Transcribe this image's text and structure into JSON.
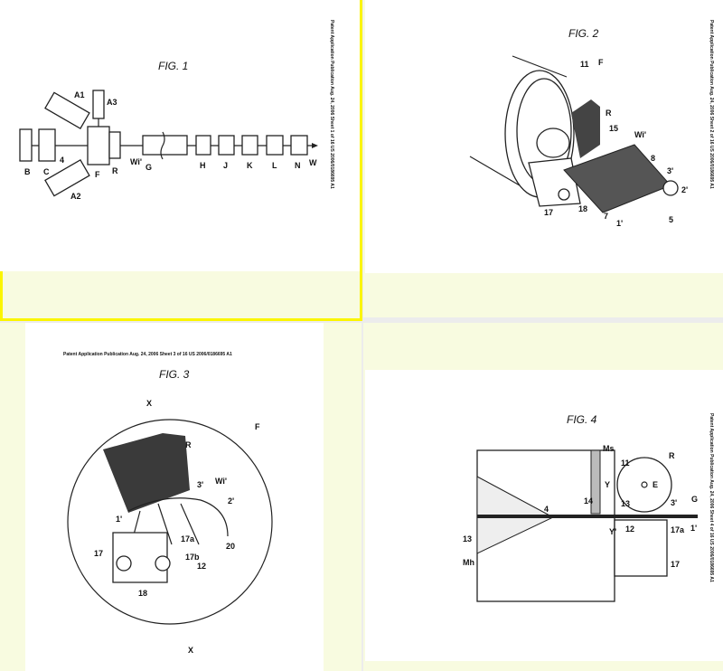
{
  "header": {
    "publication": "Patent Application Publication",
    "date": "Aug. 24, 2006",
    "number": "US 2006/0186695 A1"
  },
  "pages": [
    {
      "sheet": "Sheet 1 of 16",
      "figure": "FIG. 1",
      "selected": true,
      "labels": {
        "A1": "A1",
        "A2": "A2",
        "A3": "A3",
        "B": "B",
        "C": "C",
        "four": "4",
        "F": "F",
        "R": "R",
        "Wi": "Wi'",
        "G": "G",
        "H": "H",
        "J": "J",
        "K": "K",
        "L": "L",
        "N": "N",
        "W": "W"
      }
    },
    {
      "sheet": "Sheet 2 of 16",
      "figure": "FIG. 2",
      "selected": false,
      "labels": {
        "n11": "11",
        "F": "F",
        "R": "R",
        "n15": "15",
        "Wi": "Wi'",
        "n8": "8",
        "n3": "3'",
        "n2": "2'",
        "n5": "5",
        "n1": "1'",
        "n7": "7",
        "n17": "17",
        "n18": "18"
      }
    },
    {
      "sheet": "Sheet 3 of 16",
      "figure": "FIG. 3",
      "selected": false,
      "labels": {
        "X1": "X",
        "X2": "X",
        "F": "F",
        "R": "R",
        "Wi": "Wi'",
        "n3": "3'",
        "n2": "2'",
        "n1": "1'",
        "n17a": "17a",
        "n17b": "17b",
        "n20": "20",
        "n12": "12",
        "n17": "17",
        "n18": "18"
      }
    },
    {
      "sheet": "Sheet 4 of 16",
      "figure": "FIG. 4",
      "selected": false,
      "labels": {
        "Ms": "Ms",
        "n11": "11",
        "R": "R",
        "E": "E",
        "Y1": "Y",
        "Y2": "Y'",
        "n13a": "13",
        "n14": "14",
        "n4": "4",
        "G": "G",
        "n3": "3'",
        "n12": "12",
        "n17a": "17a",
        "n1": "1'",
        "n13": "13",
        "Mh": "Mh",
        "n17": "17"
      }
    }
  ]
}
